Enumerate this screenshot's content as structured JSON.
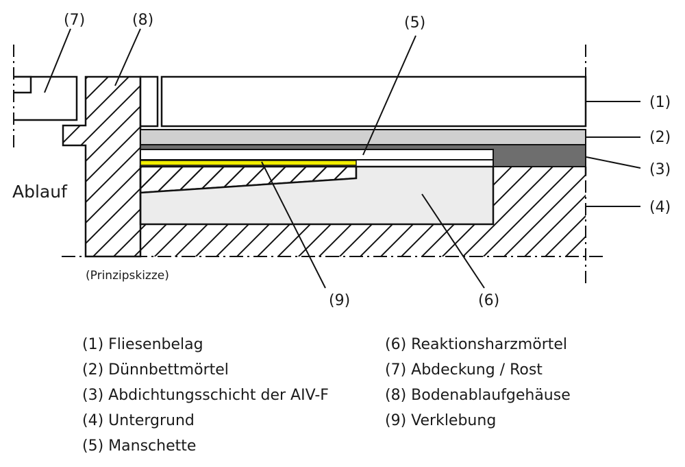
{
  "callouts": {
    "c1": "(1)",
    "c2": "(2)",
    "c3": "(3)",
    "c4": "(4)",
    "c5": "(5)",
    "c6": "(6)",
    "c7": "(7)",
    "c8": "(8)",
    "c9": "(9)"
  },
  "drain_label": "Ablauf",
  "sketch_note": "(Prinzipskizze)",
  "legend": {
    "left": [
      "(1) Fliesenbelag",
      "(2) Dünnbettmörtel",
      "(3) Abdichtungsschicht der AIV-F",
      "(4) Untergrund",
      "(5) Manschette"
    ],
    "right": [
      "(6) Reaktionsharzmörtel",
      "(7) Abdeckung / Rost",
      "(8) Bodenablaufgehäuse",
      "(9) Verklebung"
    ]
  },
  "colors": {
    "outline": "#111111",
    "thinbed_mortar": "#d0d0d0",
    "waterproofing": "#6e6e6e",
    "bonding": "#f2ee00",
    "resin_mortar": "#ececec"
  }
}
